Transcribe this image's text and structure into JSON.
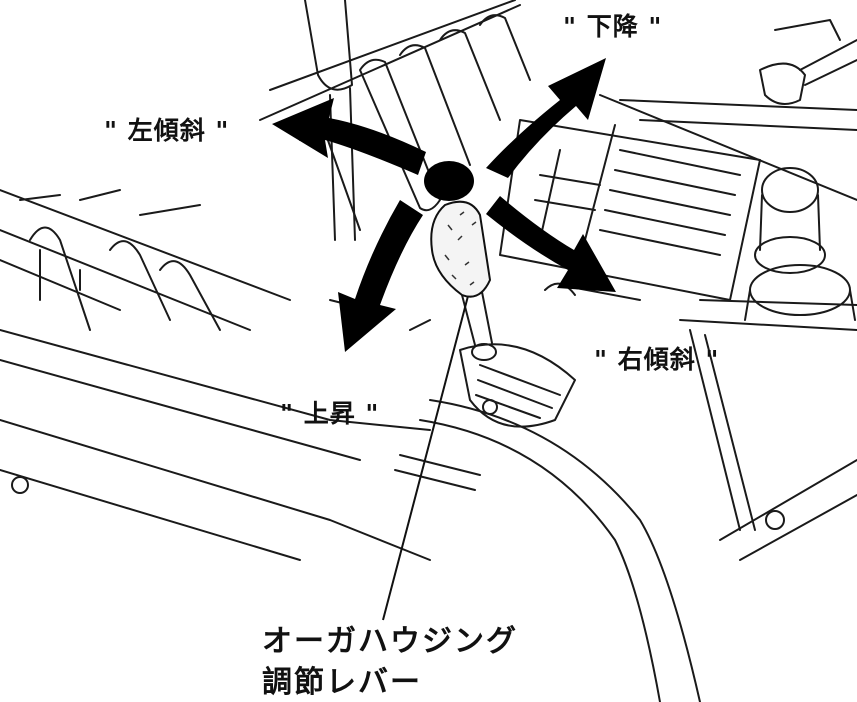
{
  "labels": {
    "down": "\" 下降 \"",
    "tilt_left": "\" 左傾斜 \"",
    "tilt_right": "\" 右傾斜 \"",
    "up": "\" 上昇 \""
  },
  "caption": {
    "line1": "オーガハウジング",
    "line2": "調節レバー"
  },
  "colors": {
    "ink": "#111111",
    "background": "#ffffff"
  }
}
